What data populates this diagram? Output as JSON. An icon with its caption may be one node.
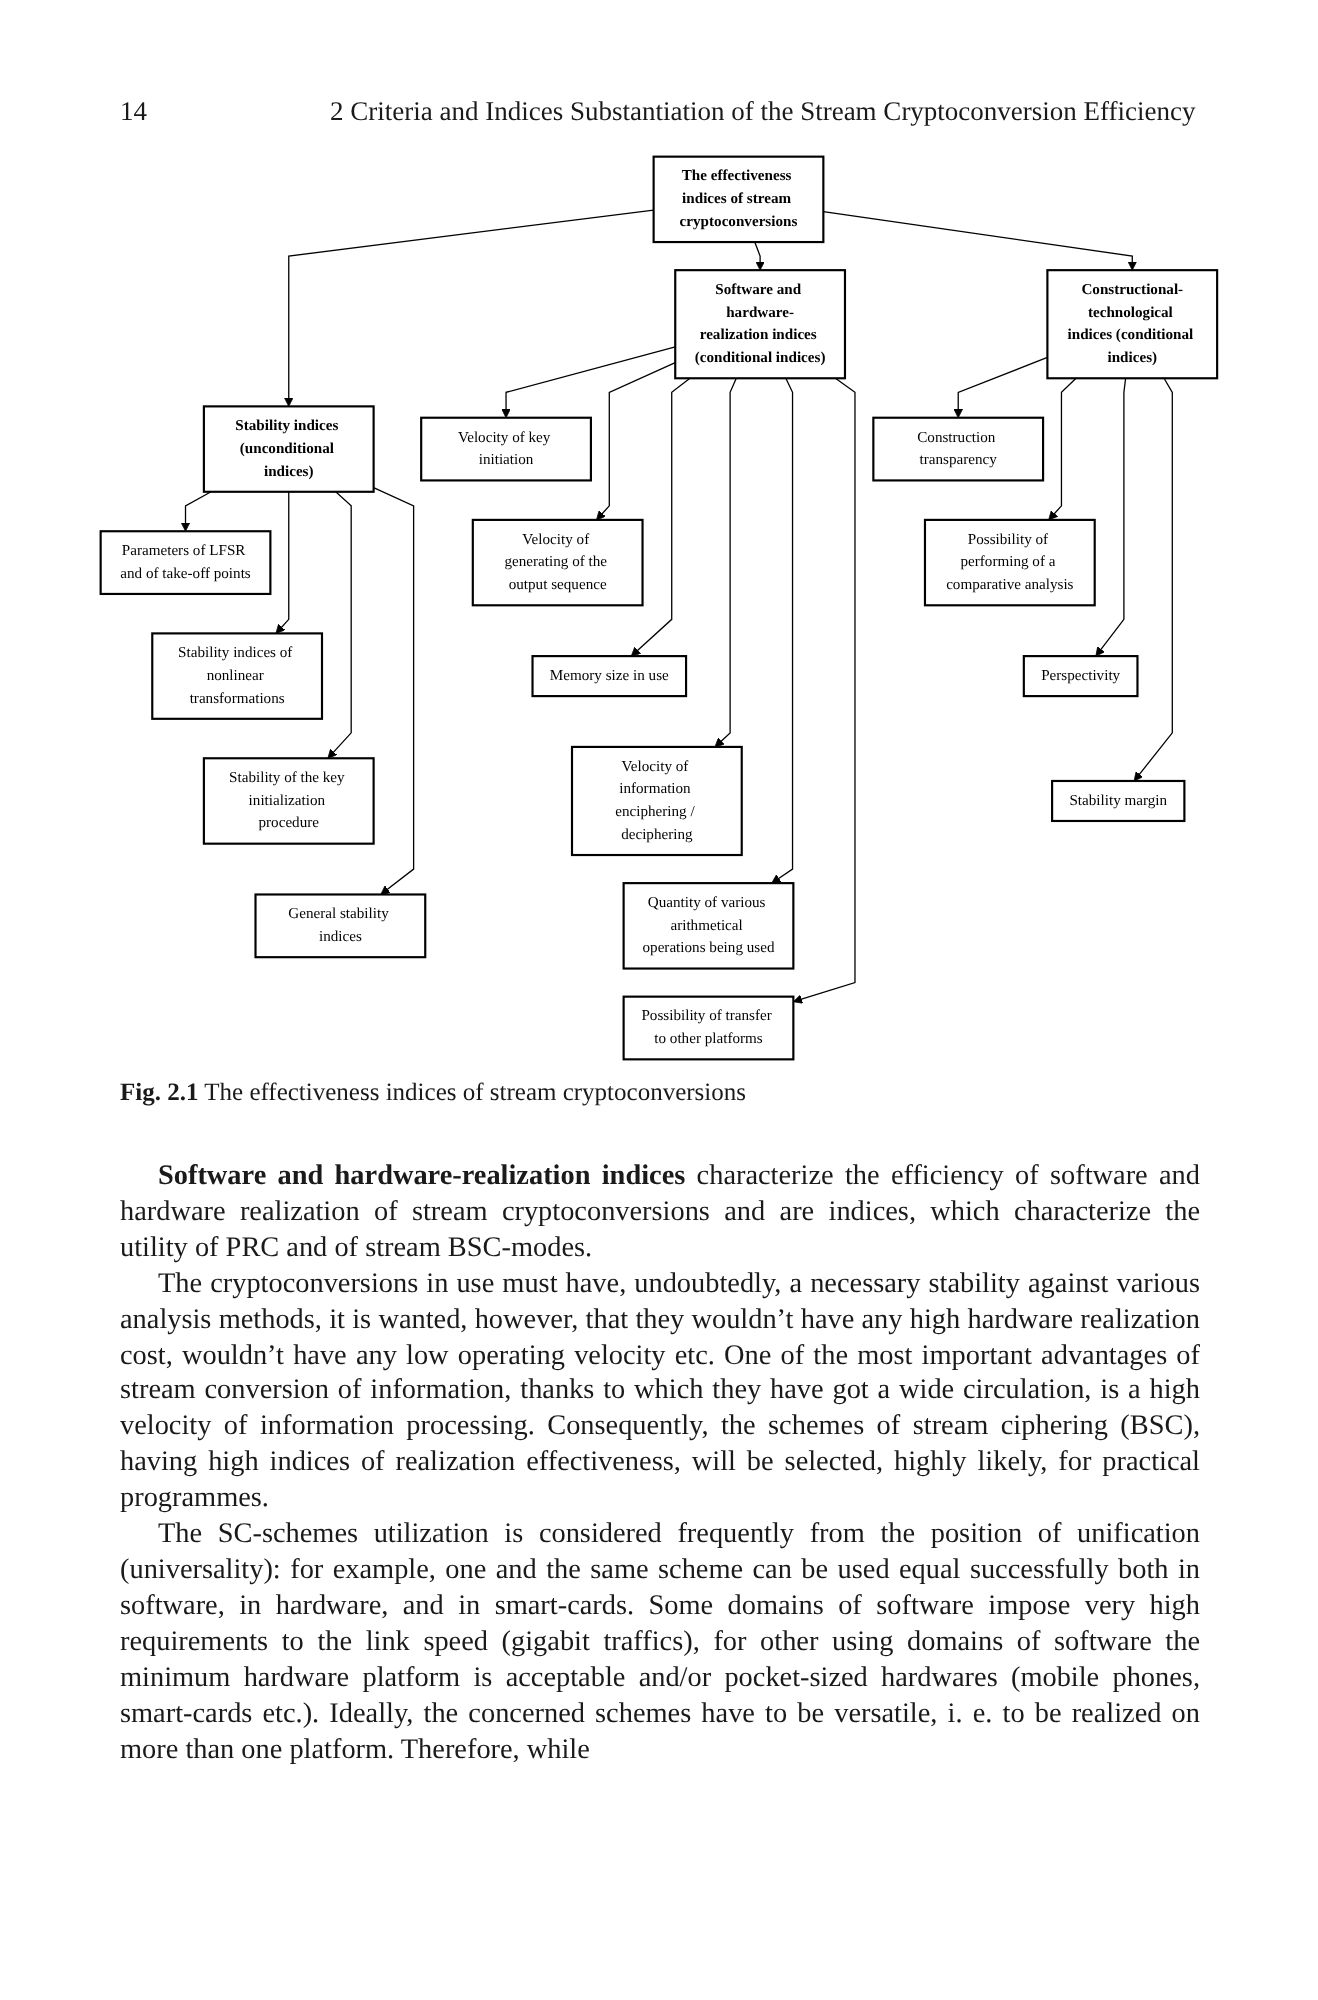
{
  "diagram": {
    "caption": "**Fig. 2.1** The effectiveness indices of stream cryptoconversions",
    "nodes": [
      {
        "text": [
          "The effectiveness indices of stream cryptoconversions"
        ]
      },
      {
        "text": [
          "Stability indices (unconditional indices)"
        ]
      },
      {
        "text": [
          "Software and hardware-realization indices (conditional indices)"
        ]
      },
      {
        "text": [
          "Constructional-technological indices (conditional indices)"
        ]
      },
      {
        "text": [
          "Parameters of LFSR and of take-off points"
        ]
      },
      {
        "text": [
          "Stability indices of nonlinear transformations"
        ]
      },
      {
        "text": [
          "Stability of the key initialization procedure"
        ]
      },
      {
        "text": [
          "General stability indices"
        ]
      },
      {
        "text": [
          "Possibility of transfer to other platforms"
        ]
      },
      {
        "text": [
          "Velocity of key initiation"
        ]
      },
      {
        "text": [
          "Velocity of generating of the output sequence"
        ]
      },
      {
        "text": [
          "Memory size in use"
        ]
      },
      {
        "text": [
          "Velocity of information enciphering / deciphering"
        ]
      },
      {
        "text": [
          "Quantity of various arithmetical operations being used"
        ]
      },
      {
        "text": [
          "Construction transparency"
        ]
      },
      {
        "text": [
          "Possibility of performing of a comparative analysis"
        ]
      },
      {
        "text": [
          "Perspectivity"
        ]
      },
      {
        "text": [
          "Stability margin"
        ]
      }
    ],
    "edges": [
      {
        "from": 0,
        "to": 1,
        "arrow": "to"
      },
      {
        "from": 0,
        "to": 2,
        "arrow": "to"
      },
      {
        "from": 0,
        "to": 3,
        "arrow": "to"
      },
      {
        "from": 1,
        "to": 4,
        "arrow": "to"
      },
      {
        "from": 1,
        "to": 5,
        "arrow": "to"
      },
      {
        "from": 1,
        "to": 6,
        "arrow": "to"
      },
      {
        "from": 1,
        "to": 7,
        "arrow": "to"
      },
      {
        "from": 2,
        "to": 9,
        "arrow": "to"
      },
      {
        "from": 2,
        "to": 10,
        "arrow": "to"
      },
      {
        "from": 2,
        "to": 11,
        "arrow": "to"
      },
      {
        "from": 2,
        "to": 12,
        "arrow": "to"
      },
      {
        "from": 2,
        "to": 13,
        "arrow": "to"
      },
      {
        "from": 2,
        "to": 8,
        "arrow": "to"
      },
      {
        "from": 3,
        "to": 14,
        "arrow": "to"
      },
      {
        "from": 3,
        "to": 15,
        "arrow": "to"
      },
      {
        "from": 3,
        "to": 16,
        "arrow": "to"
      },
      {
        "from": 3,
        "to": 17,
        "arrow": "to"
      }
    ],
    "labels": [
      "14",
      "2 Criteria and Indices Substantiation of the Stream Cryptoconversion Efficiency",
      "**Software and hardware-realization indices** characterize the efficiency of software and hardware realization of stream cryptoconversions and are indices, which characterize the utility of PRC and of stream BSC-modes.",
      "The cryptoconversions in use must have, undoubtedly, a necessary stability against various analysis methods, it is wanted, however, that they wouldn’t have any high hardware realization cost, wouldn’t have any low operating velocity etc. One of the most important advantages of stream conversion of information, thanks to which they have got a wide circulation, is a high velocity of information processing. Consequently, the schemes of stream ciphering (BSC), having high indices of realization effectiveness, will be selected, highly likely, for practical programmes.",
      "The SC-schemes utilization is considered frequently from the position of unification (universality): for example, one and the same scheme can be used equal successfully both in software, in hardware, and in smart-cards. Some domains of software impose very high requirements to the link speed (gigabit traffics), for other using domains of software the minimum hardware platform is acceptable and/or pocket-sized hardwares (mobile phones, smart-cards etc.). Ideally, the concerned schemes have to be versatile, i. e. to be realized on more than one platform. Therefore, while"
    ]
  }
}
